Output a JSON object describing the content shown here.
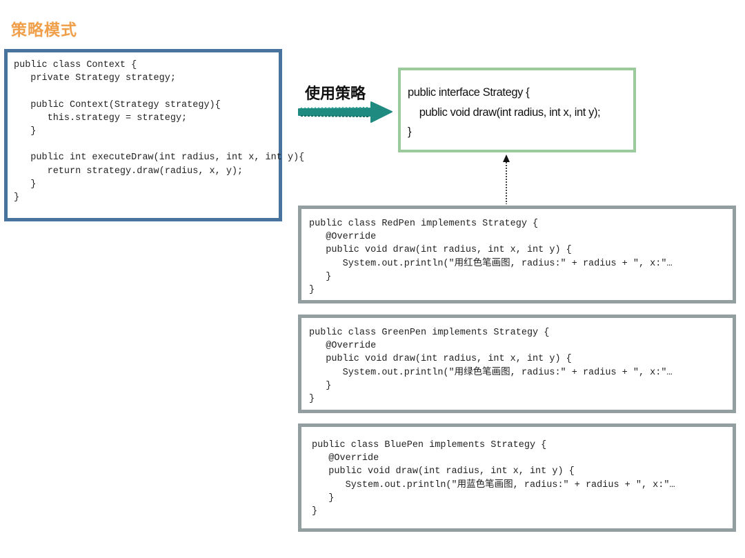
{
  "title": "策略模式",
  "use_strategy_label": "使用策略",
  "context_class": {
    "lines": [
      "public class Context {",
      "   private Strategy strategy;",
      "",
      "   public Context(Strategy strategy){",
      "      this.strategy = strategy;",
      "   }",
      "",
      "   public int executeDraw(int radius, int x, int y){",
      "      return strategy.draw(radius, x, y);",
      "   }",
      "}"
    ]
  },
  "strategy_interface": {
    "lines": [
      "public interface Strategy {",
      "    public void draw(int radius, int x, int y);",
      "}"
    ]
  },
  "pens": [
    {
      "name": "RedPen",
      "lines": [
        "public class RedPen implements Strategy {",
        "   @Override",
        "   public void draw(int radius, int x, int y) {",
        "      System.out.println(\"用红色笔画图, radius:\" + radius + \", x:\"…",
        "   }",
        "}"
      ]
    },
    {
      "name": "GreenPen",
      "lines": [
        "public class GreenPen implements Strategy {",
        "   @Override",
        "   public void draw(int radius, int x, int y) {",
        "      System.out.println(\"用绿色笔画图, radius:\" + radius + \", x:\"…",
        "   }",
        "}"
      ]
    },
    {
      "name": "BluePen",
      "lines": [
        "public class BluePen implements Strategy {",
        "   @Override",
        "   public void draw(int radius, int x, int y) {",
        "      System.out.println(\"用蓝色笔画图, radius:\" + radius + \", x:\"…",
        "   }",
        "}"
      ]
    }
  ],
  "colors": {
    "title": "#f0a04b",
    "context_border": "#47739c",
    "strategy_border": "#9bca9c",
    "pen_border": "#939ea0",
    "arrow": "#1f8a80"
  }
}
